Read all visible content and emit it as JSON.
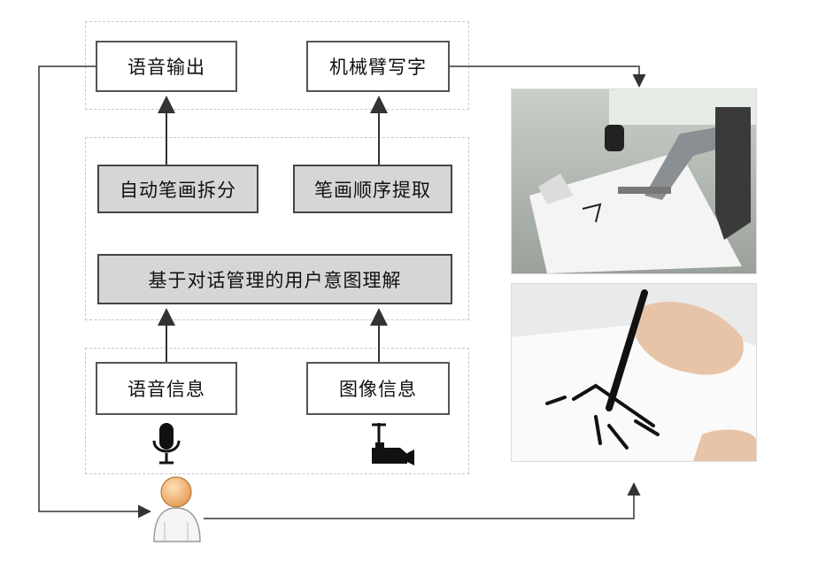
{
  "top_group": {
    "speech_output": "语音输出",
    "arm_writing": "机械臂写字"
  },
  "middle_group": {
    "stroke_split": "自动笔画拆分",
    "stroke_order": "笔画顺序提取",
    "intent": "基于对话管理的用户意图理解"
  },
  "bottom_group": {
    "voice_info": "语音信息",
    "image_info": "图像信息"
  },
  "icons": [
    "microphone-icon",
    "camera-icon",
    "user-icon"
  ],
  "photos": [
    "robot-arm-writing-photo",
    "human-hand-writing-photo"
  ]
}
